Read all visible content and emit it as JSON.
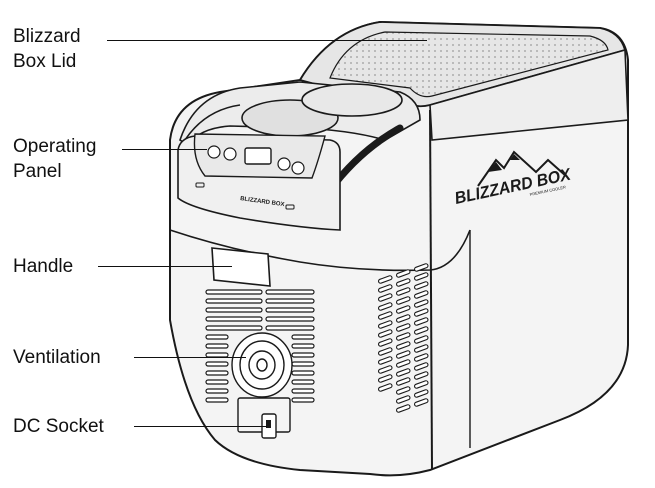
{
  "labels": {
    "lid": {
      "line1": "Blizzard",
      "line2": "Box Lid"
    },
    "panel": {
      "line1": "Operating",
      "line2": "Panel"
    },
    "handle": "Handle",
    "ventilation": "Ventilation",
    "dc_socket": "DC Socket"
  },
  "brand": {
    "side_logo": "BLIZZARD BOX",
    "side_tagline": "PREMIUM COOLER",
    "front_logo": "BLIZZARD BOX"
  },
  "colors": {
    "line": "#1a1a1a",
    "body": "#f3f3f3",
    "shade": "#dcdcdc"
  }
}
